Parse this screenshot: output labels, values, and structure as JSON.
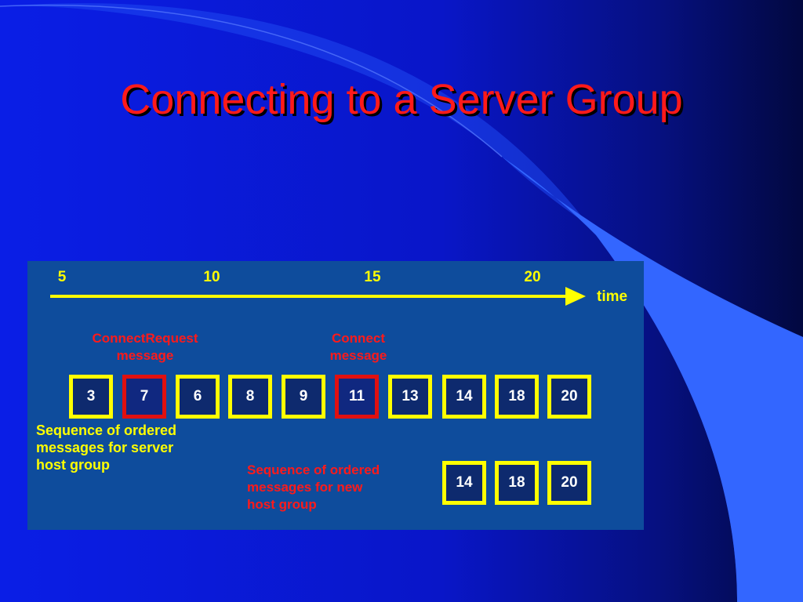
{
  "title": "Connecting to a Server Group",
  "colors": {
    "title": "#ff1a1a",
    "panel_background": "#0e4c9c",
    "axis": "#ffff00",
    "box_border": "#ffff00",
    "highlight_border": "#e01010",
    "annotation_red": "#ff1a1a",
    "annotation_yellow": "#ffff00"
  },
  "timeline": {
    "ticks": [
      "5",
      "10",
      "15",
      "20"
    ],
    "axis_label": "time"
  },
  "labels": {
    "connect_request": [
      "ConnectRequest",
      "message"
    ],
    "connect": [
      "Connect",
      "message"
    ],
    "server_group_sequence": [
      "Sequence of ordered",
      "messages for server",
      "host group"
    ],
    "new_group_sequence": [
      "Sequence of ordered",
      "messages for new",
      "host group"
    ]
  },
  "server_sequence": [
    {
      "value": "3",
      "highlight": false
    },
    {
      "value": "7",
      "highlight": true
    },
    {
      "value": "6",
      "highlight": false
    },
    {
      "value": "8",
      "highlight": false
    },
    {
      "value": "9",
      "highlight": false
    },
    {
      "value": "11",
      "highlight": true
    },
    {
      "value": "13",
      "highlight": false
    },
    {
      "value": "14",
      "highlight": false
    },
    {
      "value": "18",
      "highlight": false
    },
    {
      "value": "20",
      "highlight": false
    }
  ],
  "new_group_sequence": [
    {
      "value": "14",
      "highlight": false
    },
    {
      "value": "18",
      "highlight": false
    },
    {
      "value": "20",
      "highlight": false
    }
  ]
}
